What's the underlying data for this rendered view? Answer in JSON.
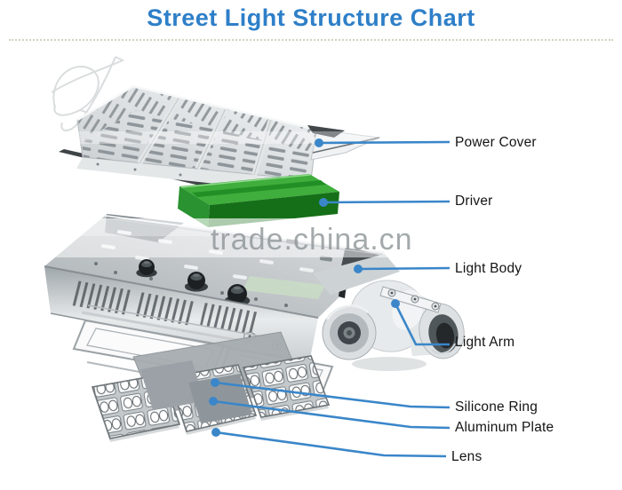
{
  "title": "Street Light Structure Chart",
  "watermark": {
    "text": "trade.china.cn"
  },
  "colors": {
    "title-blue": "#2e7fc8",
    "callout-blue": "#3a86c9",
    "label-color": "#141414",
    "driver-green": "#3fae3c",
    "driver-green-dark": "#156f18",
    "driver-green-side": "#2a9230",
    "watermark-gray": "#8e9597",
    "rule-tan": "#c6c2a6"
  },
  "diagram": {
    "parts": [
      {
        "id": "power-cover",
        "label": "Power Cover"
      },
      {
        "id": "driver",
        "label": "Driver"
      },
      {
        "id": "light-body",
        "label": "Light Body"
      },
      {
        "id": "light-arm",
        "label": "Light Arm"
      },
      {
        "id": "silicone-ring",
        "label": "Silicone Ring"
      },
      {
        "id": "aluminum-plate",
        "label": "Aluminum Plate"
      },
      {
        "id": "lens",
        "label": "Lens"
      }
    ]
  }
}
